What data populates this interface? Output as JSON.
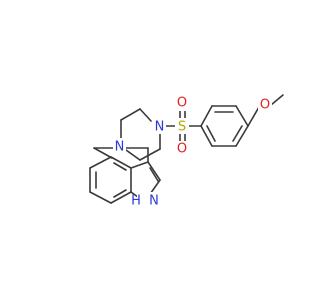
{
  "structure": {
    "atoms": {
      "n_piperazine_left": {
        "label": "N",
        "color": "#2a3ad6"
      },
      "n_piperazine_right": {
        "label": "N",
        "color": "#2a3ad6"
      },
      "sulfur": {
        "label": "S",
        "color": "#b5a800"
      },
      "sulfonyl_o_top": {
        "label": "O",
        "color": "#e02020"
      },
      "sulfonyl_o_bottom": {
        "label": "O",
        "color": "#e02020"
      },
      "methoxy_o": {
        "label": "O",
        "color": "#e02020"
      },
      "indole_nh": {
        "label": "H  N",
        "color": "#2a3ad6"
      }
    }
  }
}
